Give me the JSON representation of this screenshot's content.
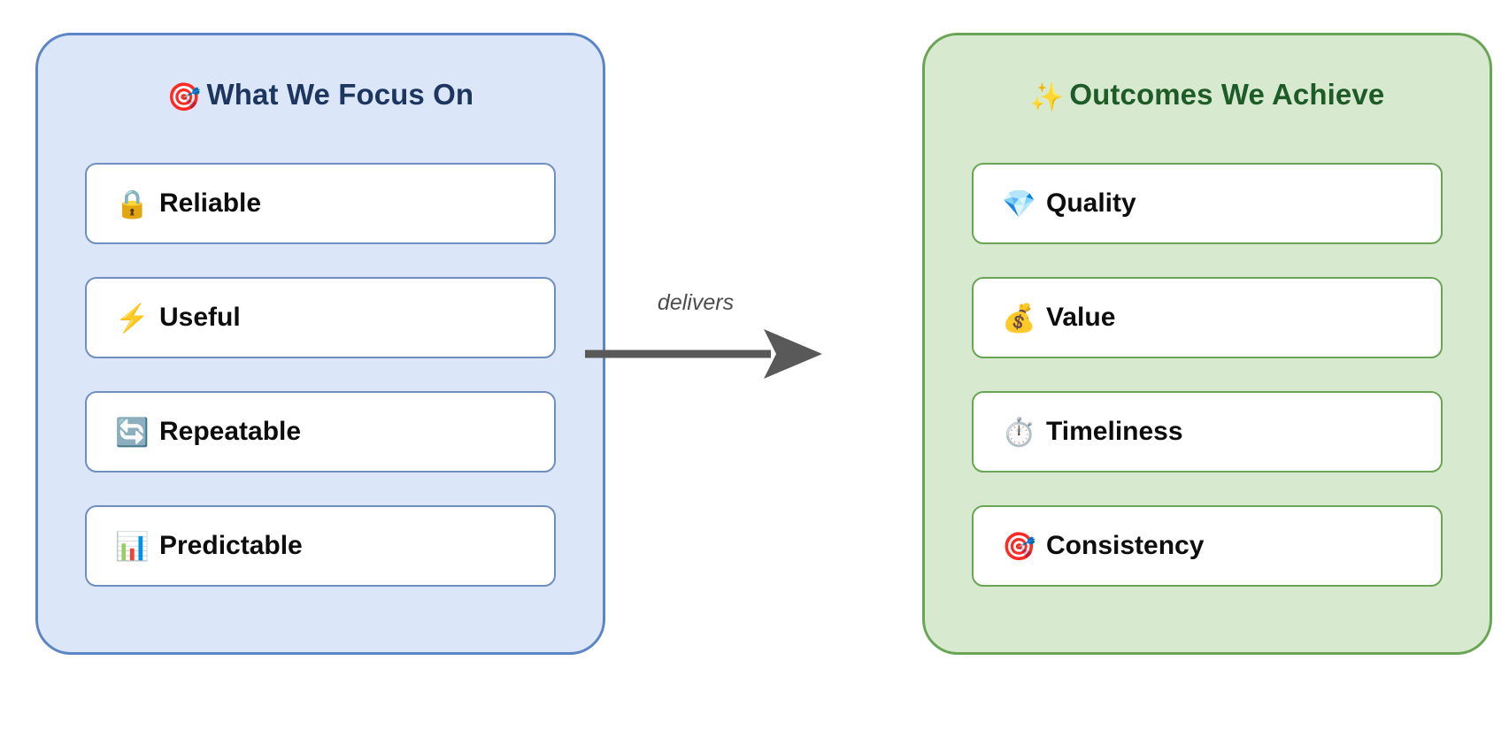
{
  "diagram": {
    "title": "What We Focus On delivers Outcomes We Achieve",
    "colors": {
      "left_panel_fill": "#dbe7f8",
      "left_panel_border": "#5b85c4",
      "left_title_text": "#1c3660",
      "left_card_border": "#6e8fc0",
      "right_panel_fill": "#d7e9cf",
      "right_panel_border": "#6aa556",
      "right_title_text": "#1d5c26",
      "right_card_border": "#6aa556",
      "card_fill": "#ffffff",
      "card_label_text": "#0d0d0d",
      "arrow": "#595959",
      "connector_label_text": "#4d4d4d",
      "background": "#ffffff"
    },
    "left_panel": {
      "title_emoji": "🎯",
      "title_emoji_name": "target-icon",
      "title": "What We Focus On",
      "items": [
        {
          "emoji": "🔒",
          "icon_name": "lock-icon",
          "label": "Reliable"
        },
        {
          "emoji": "⚡",
          "icon_name": "lightning-bolt-icon",
          "label": "Useful"
        },
        {
          "emoji": "🔄",
          "icon_name": "repeat-arrows-icon",
          "label": "Repeatable"
        },
        {
          "emoji": "📊",
          "icon_name": "bar-chart-icon",
          "label": "Predictable"
        }
      ]
    },
    "connector": {
      "label": "delivers",
      "arrow_name": "right-arrow-icon",
      "direction": "left-to-right"
    },
    "right_panel": {
      "title_emoji": "✨",
      "title_emoji_name": "sparkles-icon",
      "title": "Outcomes We Achieve",
      "items": [
        {
          "emoji": "💎",
          "icon_name": "diamond-icon",
          "label": "Quality"
        },
        {
          "emoji": "💰",
          "icon_name": "money-bag-icon",
          "label": "Value"
        },
        {
          "emoji": "⏱️",
          "icon_name": "stopwatch-icon",
          "label": "Timeliness"
        },
        {
          "emoji": "🎯",
          "icon_name": "target-icon",
          "label": "Consistency"
        }
      ]
    }
  }
}
